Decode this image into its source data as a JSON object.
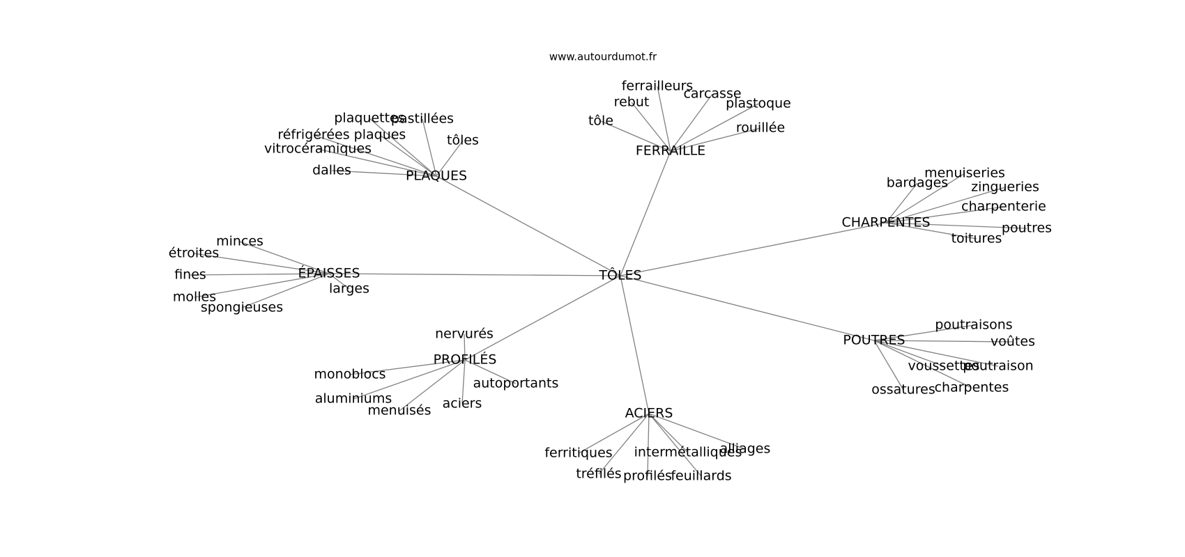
{
  "source": "www.autourdumot.fr",
  "center": {
    "id": "toles",
    "label": "TÔLES"
  },
  "groups": [
    {
      "id": "ferraille",
      "label": "FERRAILLE",
      "words": [
        "ferrailleurs",
        "rebut",
        "carcasse",
        "plastoque",
        "tôle",
        "rouillée"
      ]
    },
    {
      "id": "plaques",
      "label": "PLAQUES",
      "words": [
        "plaquettes",
        "pastillées",
        "réfrigérées",
        "plaques",
        "tôles",
        "vitrocéramiques",
        "dalles"
      ]
    },
    {
      "id": "charpentes",
      "label": "CHARPENTES",
      "words": [
        "menuiseries",
        "bardages",
        "zingueries",
        "charpenterie",
        "poutres",
        "toitures"
      ]
    },
    {
      "id": "epaisses",
      "label": "ÉPAISSES",
      "words": [
        "minces",
        "étroites",
        "fines",
        "larges",
        "molles",
        "spongieuses"
      ]
    },
    {
      "id": "poutres",
      "label": "POUTRES",
      "words": [
        "poutraisons",
        "voûtes",
        "voussettes",
        "poutraison",
        "ossatures",
        "charpentes"
      ]
    },
    {
      "id": "profiles",
      "label": "PROFILÉS",
      "words": [
        "nervurés",
        "monoblocs",
        "autoportants",
        "aluminiums",
        "menuisés",
        "aciers"
      ]
    },
    {
      "id": "aciers",
      "label": "ACIERS",
      "words": [
        "ferritiques",
        "intermétalliques",
        "alliages",
        "tréfilés",
        "profilés",
        "feuillards"
      ]
    }
  ]
}
